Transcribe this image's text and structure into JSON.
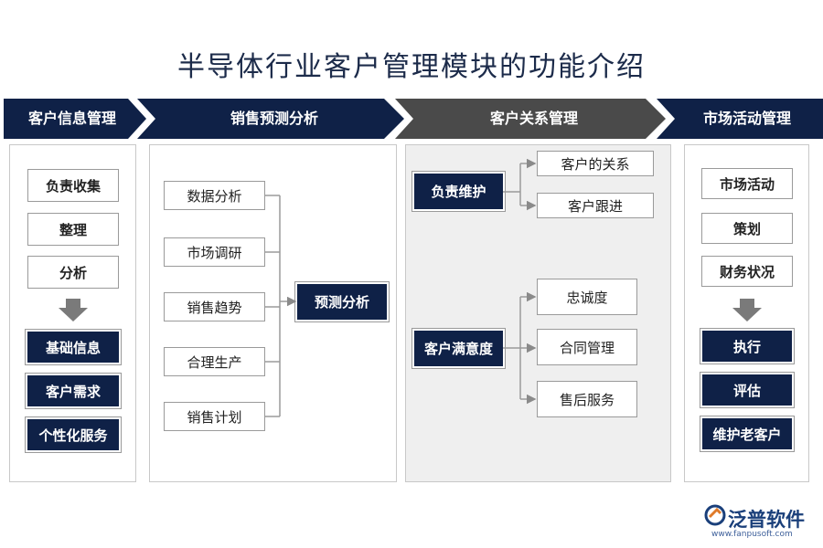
{
  "title": "半导体行业客户管理模块的功能介绍",
  "headers": [
    "客户信息管理",
    "销售预测分析",
    "客户关系管理",
    "市场活动管理"
  ],
  "col1": {
    "top": [
      "负责收集",
      "整理",
      "分析"
    ],
    "bottom": [
      "基础信息",
      "客户需求",
      "个性化服务"
    ]
  },
  "col2": {
    "inputs": [
      "数据分析",
      "市场调研",
      "销售趋势",
      "合理生产",
      "销售计划"
    ],
    "output": "预测分析"
  },
  "col3": {
    "group1": {
      "main": "负责维护",
      "items": [
        "客户的关系",
        "客户跟进"
      ]
    },
    "group2": {
      "main": "客户满意度",
      "items": [
        "忠诚度",
        "合同管理",
        "售后服务"
      ]
    }
  },
  "col4": {
    "top": [
      "市场活动",
      "策划",
      "财务状况"
    ],
    "bottom": [
      "执行",
      "评估",
      "维护老客户"
    ]
  },
  "colors": {
    "navy": "#0f2147",
    "gray_header": "#4a4a4a"
  },
  "logo": {
    "name": "泛普软件",
    "url": "www.fanpusoft.com"
  }
}
